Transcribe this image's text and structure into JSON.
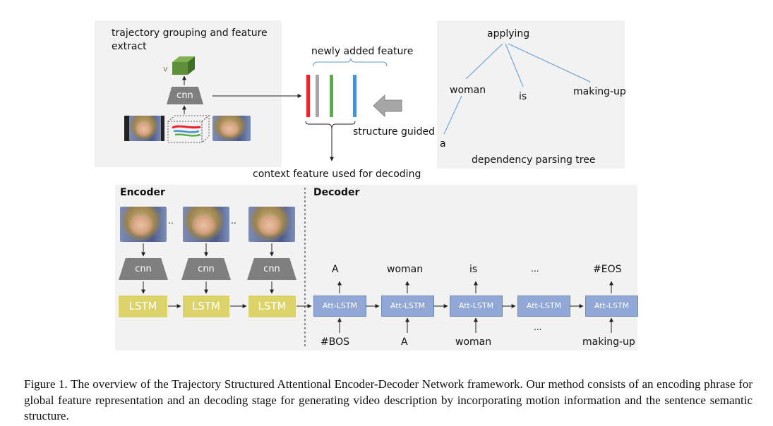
{
  "top_left": {
    "title": "trajectory grouping  and feature extract",
    "v_label": "v",
    "cnn_label": "cnn"
  },
  "top_middle": {
    "newly_added_label": "newly added feature",
    "structure_guided_label": "structure guided",
    "context_label": "context feature used for decoding",
    "bar_colors": [
      "#e8262b",
      "#a6a6a6",
      "#56b046",
      "#4a90d6"
    ]
  },
  "tree": {
    "root": "applying",
    "nodes": [
      "woman",
      "is",
      "making-up",
      "a"
    ],
    "caption": "dependency parsing tree"
  },
  "encoder": {
    "title": "Encoder",
    "cnn_label": "cnn",
    "lstm_label": "LSTM",
    "ellipsis": ".."
  },
  "decoder": {
    "title": "Decoder",
    "cell_label": "Att-LSTM",
    "outputs": [
      "A",
      "woman",
      "is",
      "...",
      "#EOS"
    ],
    "inputs": [
      "#BOS",
      "A",
      "woman",
      "...",
      "making-up"
    ]
  },
  "figure_caption": "Figure 1. The overview of the Trajectory Structured Attentional Encoder-Decoder Network framework. Our method consists of an encoding phrase for global feature representation and an decoding stage for generating video description by incorporating motion information and the sentence semantic structure.",
  "colors": {
    "panel_bg": "#f2f2f2",
    "lstm": "#dcd36a",
    "att_lstm": "#91a8d6",
    "cnn": "#7f7f7f",
    "cube": "#5f8f3a",
    "tree_lines": "#5b9bd5"
  }
}
